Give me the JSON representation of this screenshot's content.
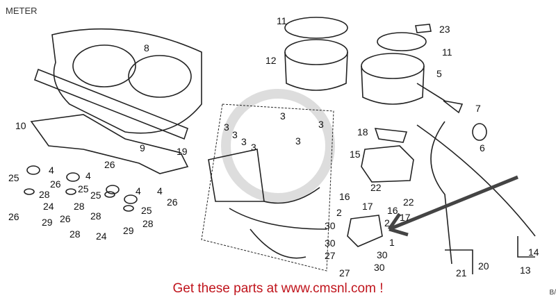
{
  "title": "METER",
  "callouts": [
    "11",
    "23",
    "8",
    "12",
    "11",
    "5",
    "10",
    "9",
    "7",
    "3",
    "3",
    "3",
    "3",
    "3",
    "3",
    "3",
    "18",
    "6",
    "19",
    "15",
    "4",
    "25",
    "26",
    "4",
    "22",
    "26",
    "25",
    "28",
    "25",
    "4",
    "4",
    "16",
    "22",
    "28",
    "17",
    "16",
    "24",
    "26",
    "2",
    "25",
    "28",
    "26",
    "17",
    "26",
    "2",
    "28",
    "28",
    "29",
    "30",
    "29",
    "24",
    "1",
    "30",
    "14",
    "27",
    "30",
    "20",
    "30",
    "13",
    "21",
    "27"
  ],
  "footer": "Get these parts at www.cmsnl.com !",
  "ref_code": "B/"
}
